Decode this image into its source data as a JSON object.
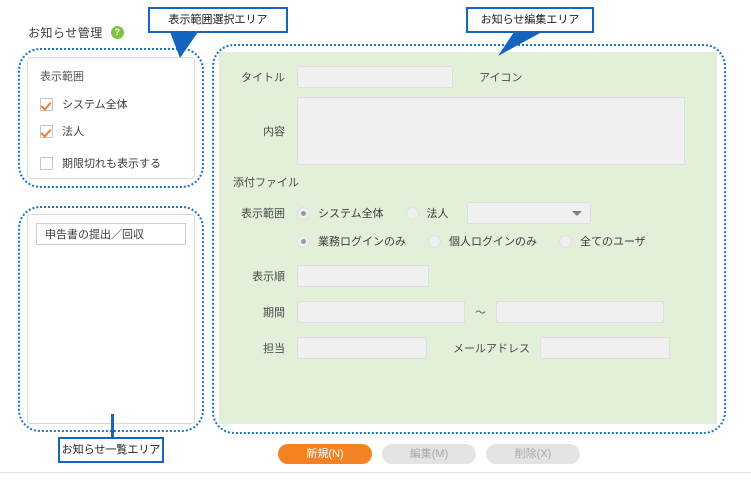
{
  "page": {
    "title": "お知らせ管理",
    "help_icon": "help-circle-icon",
    "help_glyph": "?"
  },
  "callouts": {
    "scope": "表示範囲選択エリア",
    "edit": "お知らせ編集エリア",
    "list": "お知らせ一覧エリア"
  },
  "scope_panel": {
    "label": "表示範囲",
    "checkboxes": [
      {
        "label": "システム全体",
        "checked": true
      },
      {
        "label": "法人",
        "checked": true
      },
      {
        "label": "期限切れも表示する",
        "checked": false
      }
    ]
  },
  "list_panel": {
    "items": [
      {
        "label": "申告書の提出／回収"
      }
    ]
  },
  "edit_panel": {
    "title_label": "タイトル",
    "title_value": "",
    "icon_label": "アイコン",
    "content_label": "内容",
    "content_value": "",
    "attachment_label": "添付ファイル",
    "scope_label": "表示範囲",
    "scope_radios": [
      {
        "label": "システム全体",
        "selected": true
      },
      {
        "label": "法人",
        "selected": false
      }
    ],
    "corporate_select_value": "",
    "corporate_select_icon": "chevron-down-icon",
    "login_radios": [
      {
        "label": "業務ログインのみ",
        "selected": true
      },
      {
        "label": "個人ログインのみ",
        "selected": false
      },
      {
        "label": "全てのユーザ",
        "selected": false
      }
    ],
    "order_label": "表示順",
    "order_value": "",
    "period_label": "期間",
    "period_from": "",
    "period_separator": "～",
    "period_to": "",
    "tantou_label": "担当",
    "tantou_value": "",
    "mail_label": "メールアドレス",
    "mail_value": ""
  },
  "footer": {
    "new_button": "新規(N)",
    "edit_button": "編集(M)",
    "delete_button": "削除(X)"
  },
  "colors": {
    "accent_orange": "#f58220",
    "panel_green": "#e2f0d9",
    "annotation_blue": "#1565c0",
    "help_green": "#7cc243"
  }
}
